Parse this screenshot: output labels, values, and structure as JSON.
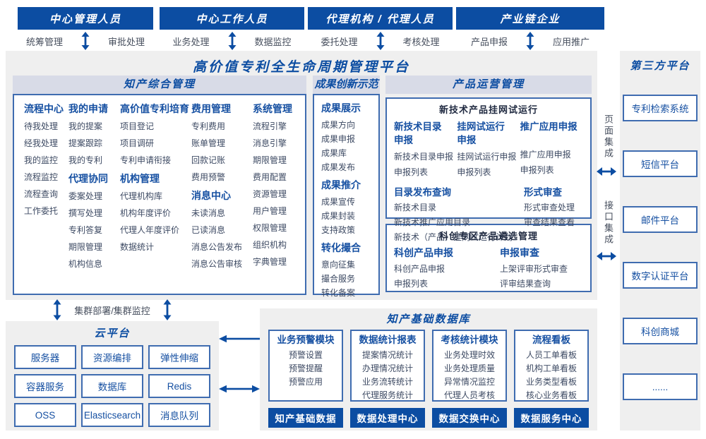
{
  "user_groups": [
    {
      "title": "中心管理人员",
      "left": "统筹管理",
      "right": "审批处理"
    },
    {
      "title": "中心工作人员",
      "left": "业务处理",
      "right": "数据监控"
    },
    {
      "title": "代理机构 / 代理人员",
      "left": "委托处理",
      "right": "考核处理"
    },
    {
      "title": "产业链企业",
      "left": "产品申报",
      "right": "应用推广"
    }
  ],
  "platform": {
    "title": "高价值专利全生命周期管理平台",
    "ip": {
      "title": "知产综合管理",
      "groups": [
        {
          "header": "流程中心",
          "items": [
            "待我处理",
            "经我处理",
            "我的监控",
            "流程监控",
            "流程查询",
            "工作委托"
          ]
        },
        {
          "header": "我的申请",
          "items": [
            "我的提案",
            "提案跟踪",
            "我的专利"
          ]
        },
        {
          "header": "代理协同",
          "items": [
            "委案处理",
            "撰写处理",
            "专利答复",
            "期限管理",
            "机构信息"
          ]
        },
        {
          "header": "高价值专利培育",
          "items": [
            "项目登记",
            "项目调研",
            "专利申请衔接"
          ]
        },
        {
          "header": "机构管理",
          "items": [
            "代理机构库",
            "机构年度评价",
            "代理人年度评价",
            "数据统计"
          ]
        },
        {
          "header": "费用管理",
          "items": [
            "专利费用",
            "账单管理",
            "回款记账",
            "费用预警"
          ]
        },
        {
          "header": "消息中心",
          "items": [
            "未读消息",
            "已读消息",
            "消息公告发布",
            "消息公告审核"
          ]
        },
        {
          "header": "系统管理",
          "items": [
            "流程引擎",
            "消息引擎",
            "期限管理",
            "费用配置",
            "资源管理",
            "用户管理",
            "权限管理",
            "组织机构",
            "字典管理"
          ]
        }
      ]
    },
    "achievement": {
      "title": "成果创新示范",
      "groups": [
        {
          "header": "成果展示",
          "items": [
            "成果方向",
            "成果申报",
            "成果库",
            "成果发布"
          ]
        },
        {
          "header": "成果推介",
          "items": [
            "成果宣传",
            "成果封装",
            "支持政策"
          ]
        },
        {
          "header": "转化撮合",
          "items": [
            "意向征集",
            "撮合服务",
            "转化备案"
          ]
        }
      ]
    },
    "product": {
      "title": "产品运营管理",
      "trial": {
        "title": "新技术产品挂网试运行",
        "cols": [
          {
            "header": "新技术目录申报",
            "items": [
              "新技术目录申报",
              "申报列表"
            ]
          },
          {
            "header": "挂网试运行申报",
            "items": [
              "挂网试运行申报",
              "申报列表"
            ]
          },
          {
            "header": "推广应用申报",
            "items": [
              "推广应用申报",
              "申报列表"
            ]
          }
        ],
        "directory": {
          "header": "目录发布查询",
          "items": [
            "新技术目录",
            "新技术推广应用目录",
            "新技术（产品）挂网试运行计划"
          ]
        },
        "review": {
          "header": "形式审查",
          "items": [
            "形式审查处理",
            "审查结果查看"
          ]
        }
      },
      "selection": {
        "title": "科创专区产品遴选管理",
        "cols": [
          {
            "header": "科创产品申报",
            "items": [
              "科创产品申报",
              "申报列表"
            ]
          },
          {
            "header": "申报审查",
            "items": [
              "上架评审形式审查",
              "评审结果查询"
            ]
          }
        ]
      }
    }
  },
  "integration": {
    "page": "页面集成",
    "api": "接口集成"
  },
  "third_party": {
    "title": "第三方平台",
    "items": [
      "专利检索系统",
      "短信平台",
      "邮件平台",
      "数字认证平台",
      "科创商城",
      "......"
    ]
  },
  "cluster_label": "集群部署/集群监控",
  "cloud": {
    "title": "云平台",
    "items": [
      "服务器",
      "资源编排",
      "弹性伸缩",
      "容器服务",
      "数据库",
      "Redis",
      "OSS",
      "Elasticsearch",
      "消息队列"
    ]
  },
  "data_warehouse": {
    "title": "知产基础数据库",
    "modules": [
      {
        "header": "业务预警模块",
        "items": [
          "预警设置",
          "预警提醒",
          "预警应用"
        ],
        "footer": "知产基础数据"
      },
      {
        "header": "数据统计报表",
        "items": [
          "提案情况统计",
          "办理情况统计",
          "业务流转统计",
          "代理服务统计"
        ],
        "footer": "数据处理中心"
      },
      {
        "header": "考核统计模块",
        "items": [
          "业务处理时效",
          "业务处理质量",
          "异常情况监控",
          "代理人员考核"
        ],
        "footer": "数据交换中心"
      },
      {
        "header": "流程看板",
        "items": [
          "人员工单看板",
          "机构工单看板",
          "业务类型看板",
          "核心业务看板"
        ],
        "footer": "数据服务中心"
      }
    ]
  },
  "colors": {
    "primary": "#0c4da2",
    "panel_bg": "#efefef",
    "section_header_bg": "#d8dbe7",
    "box_border": "#3f6cb0",
    "item_text": "#3d4a63"
  }
}
